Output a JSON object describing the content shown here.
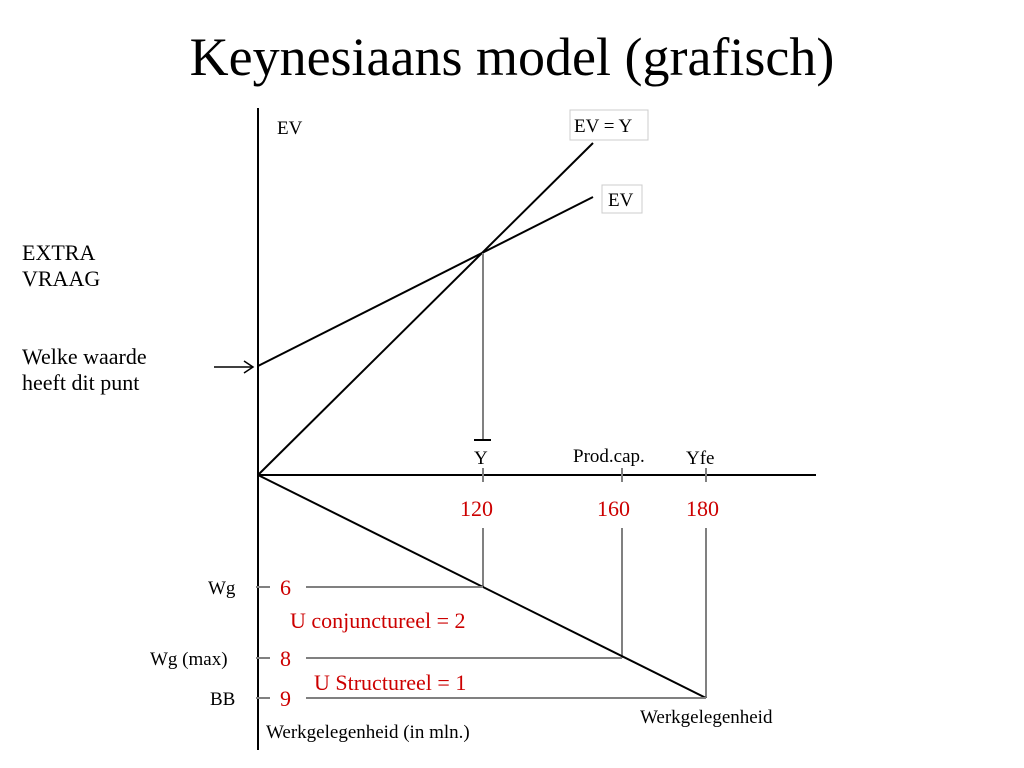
{
  "title": "Keynesiaans model (grafisch)",
  "side_text": {
    "line1": "EXTRA",
    "line2": "VRAAG",
    "line3": "Welke waarde",
    "line4": "heeft dit punt"
  },
  "upper_graph": {
    "y_axis_label": "EV",
    "line_label_45": "EV = Y",
    "line_label_ev": "EV",
    "x_marker_y": "Y",
    "x_marker_prod": "Prod.cap.",
    "x_marker_yfe": "Yfe"
  },
  "x_values": {
    "y_eq": "120",
    "prod_cap": "160",
    "yfe": "180"
  },
  "lower_graph": {
    "wg_label": "Wg",
    "wg_max_label": "Wg (max)",
    "bb_label": "BB",
    "wg_value": "6",
    "wg_max_value": "8",
    "bb_value": "9",
    "u_conj": "U conjunctureel = 2",
    "u_struct": "U Structureel = 1",
    "y_axis_label": "Werkgelegenheid (in mln.)",
    "line_label": "Werkgelegenheid"
  },
  "colors": {
    "accent_red": "#cc0000",
    "axis": "#000000",
    "guide": "#808080"
  }
}
